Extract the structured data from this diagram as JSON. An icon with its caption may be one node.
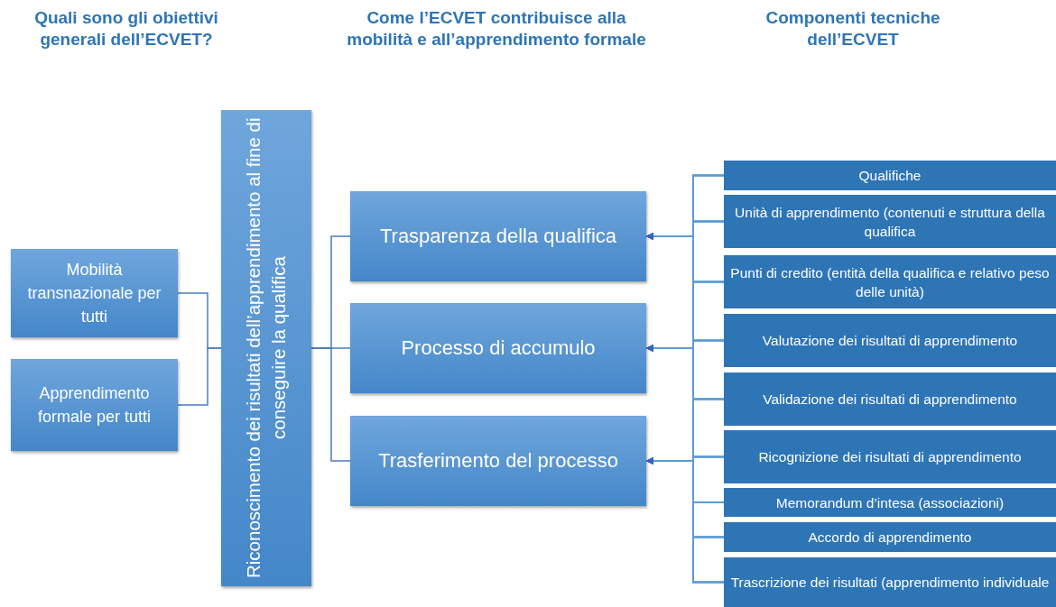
{
  "diagram": {
    "nodes": [
      {
        "text": [
          "Mobilità transnazionale per tutti"
        ]
      },
      {
        "text": [
          "Apprendimento formale per tutti"
        ]
      },
      {
        "text": [
          "Riconoscimento dei risultati dell’apprendimento al fine di conseguire la qualifica"
        ]
      },
      {
        "text": [
          "Trasparenza della qualifica"
        ]
      },
      {
        "text": [
          "Processo di accumulo"
        ]
      },
      {
        "text": [
          "Trasferimento del processo"
        ]
      },
      {
        "text": [
          "Qualifiche"
        ]
      },
      {
        "text": [
          "Unità di apprendimento (contenuti e struttura della qualifica"
        ]
      },
      {
        "text": [
          "Punti di credito (entità della qualifica e relativo peso delle unità)"
        ]
      },
      {
        "text": [
          "Valutazione dei risultati di apprendimento"
        ]
      },
      {
        "text": [
          "Validazione dei risultati di apprendimento"
        ]
      },
      {
        "text": [
          "Ricognizione dei risultati di apprendimento"
        ]
      },
      {
        "text": [
          "Memorandum d’intesa (associazioni)"
        ]
      },
      {
        "text": [
          "Accordo di apprendimento"
        ]
      },
      {
        "text": [
          "Trascrizione dei risultati (apprendimento individuale"
        ]
      }
    ],
    "edges": [
      {
        "from": 0,
        "to": 2,
        "arrow": "none"
      },
      {
        "from": 1,
        "to": 2,
        "arrow": "none"
      },
      {
        "from": 2,
        "to": 3,
        "arrow": "none"
      },
      {
        "from": 2,
        "to": 4,
        "arrow": "none"
      },
      {
        "from": 2,
        "to": 5,
        "arrow": "none"
      },
      {
        "from": 6,
        "to": 3,
        "arrow": "to"
      },
      {
        "from": 6,
        "to": 4,
        "arrow": "to"
      },
      {
        "from": 6,
        "to": 5,
        "arrow": "to"
      },
      {
        "from": 7,
        "to": 3,
        "arrow": "to"
      },
      {
        "from": 7,
        "to": 4,
        "arrow": "to"
      },
      {
        "from": 7,
        "to": 5,
        "arrow": "to"
      },
      {
        "from": 8,
        "to": 3,
        "arrow": "to"
      },
      {
        "from": 8,
        "to": 4,
        "arrow": "to"
      },
      {
        "from": 8,
        "to": 5,
        "arrow": "to"
      },
      {
        "from": 9,
        "to": 3,
        "arrow": "to"
      },
      {
        "from": 9,
        "to": 4,
        "arrow": "to"
      },
      {
        "from": 9,
        "to": 5,
        "arrow": "to"
      },
      {
        "from": 10,
        "to": 3,
        "arrow": "to"
      },
      {
        "from": 10,
        "to": 4,
        "arrow": "to"
      },
      {
        "from": 10,
        "to": 5,
        "arrow": "to"
      },
      {
        "from": 11,
        "to": 3,
        "arrow": "to"
      },
      {
        "from": 11,
        "to": 4,
        "arrow": "to"
      },
      {
        "from": 11,
        "to": 5,
        "arrow": "to"
      },
      {
        "from": 12,
        "to": 3,
        "arrow": "to"
      },
      {
        "from": 12,
        "to": 4,
        "arrow": "to"
      },
      {
        "from": 12,
        "to": 5,
        "arrow": "to"
      },
      {
        "from": 13,
        "to": 3,
        "arrow": "to"
      },
      {
        "from": 13,
        "to": 4,
        "arrow": "to"
      },
      {
        "from": 13,
        "to": 5,
        "arrow": "to"
      },
      {
        "from": 14,
        "to": 3,
        "arrow": "to"
      },
      {
        "from": 14,
        "to": 4,
        "arrow": "to"
      },
      {
        "from": 14,
        "to": 5,
        "arrow": "to"
      }
    ],
    "labels": [
      "Quali sono gli obiettivi generali dell’ECVET?",
      "Come l’ECVET contribuisce alla mobilità e all’apprendimento formale",
      "Componenti tecniche dell’ECVET"
    ]
  }
}
